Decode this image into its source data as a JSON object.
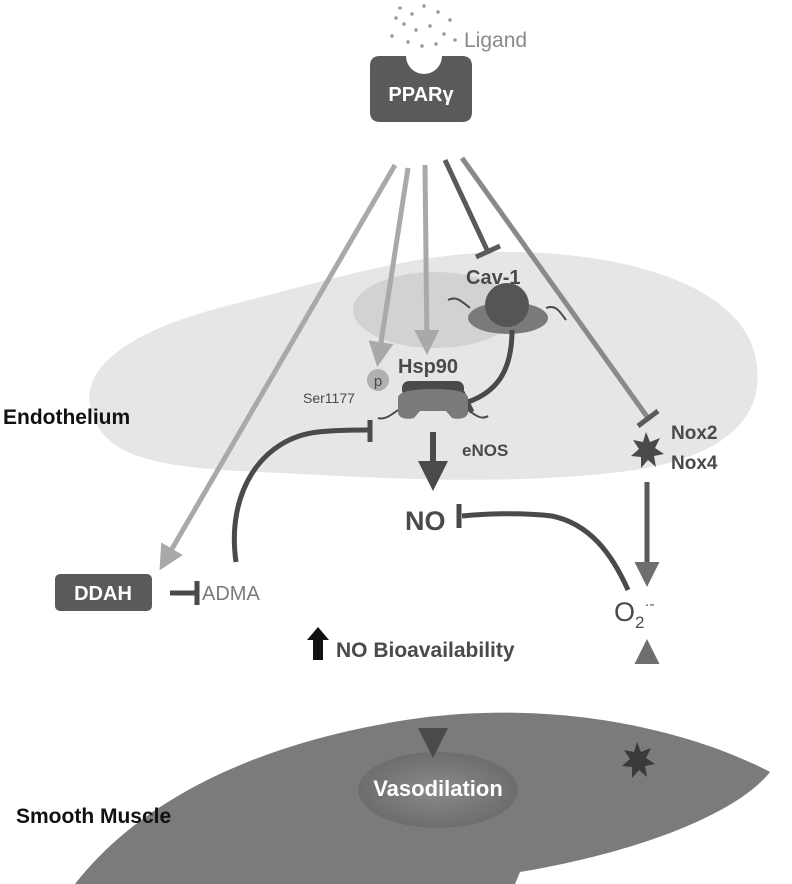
{
  "labels": {
    "ligand": "Ligand",
    "receptor": "PPARγ",
    "cav1": "Cav-1",
    "hsp90": "Hsp90",
    "phospho": "p",
    "ser1177": "Ser1177",
    "enos": "eNOS",
    "nox2": "Nox2",
    "nox4": "Nox4",
    "no": "NO",
    "ddah": "DDAH",
    "adma": "ADMA",
    "superoxide_base": "O",
    "superoxide_sub": "2",
    "superoxide_sup": "·-",
    "no_bioavailability": "NO Bioavailability",
    "vasodilation": "Vasodilation",
    "endothelium": "Endothelium",
    "smooth_muscle": "Smooth Muscle"
  },
  "colors": {
    "dark": "#4a4a4a",
    "medium": "#6e6e6e",
    "light_arrow": "#a9a9a9",
    "endothelium_fill": "#e6e6e6",
    "smooth_muscle_fill": "#7b7b7b"
  }
}
